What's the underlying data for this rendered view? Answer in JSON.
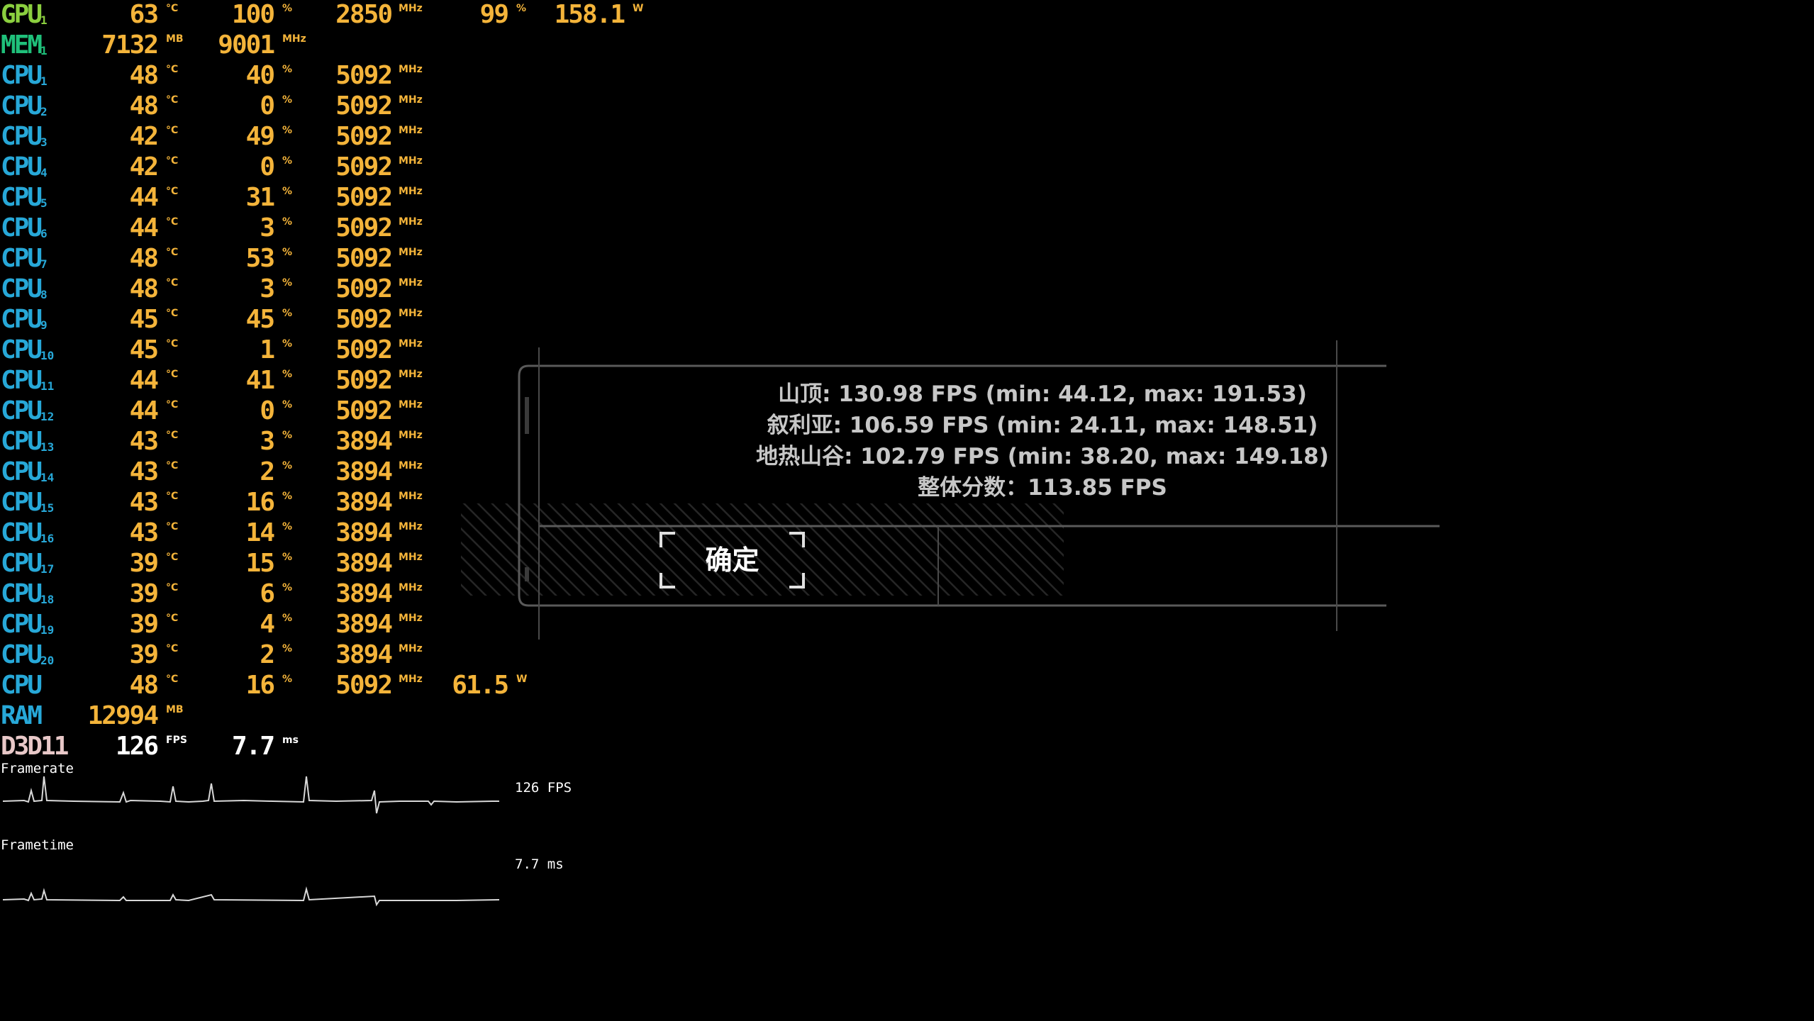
{
  "osd": {
    "rows": [
      {
        "label": "GPU",
        "sub": "1",
        "kind": "gpu",
        "values": [
          {
            "v": "63",
            "u": "°C"
          },
          {
            "v": "100",
            "u": "%"
          },
          {
            "v": "2850",
            "u": "MHz"
          },
          {
            "v": "99",
            "u": "%"
          },
          {
            "v": "158.1",
            "u": "W"
          }
        ]
      },
      {
        "label": "MEM",
        "sub": "1",
        "kind": "mem",
        "values": [
          {
            "v": "7132",
            "u": "MB"
          },
          {
            "v": "9001",
            "u": "MHz"
          }
        ]
      },
      {
        "label": "CPU",
        "sub": "1",
        "kind": "cpu",
        "values": [
          {
            "v": "48",
            "u": "°C"
          },
          {
            "v": "40",
            "u": "%"
          },
          {
            "v": "5092",
            "u": "MHz"
          }
        ]
      },
      {
        "label": "CPU",
        "sub": "2",
        "kind": "cpu",
        "values": [
          {
            "v": "48",
            "u": "°C"
          },
          {
            "v": "0",
            "u": "%"
          },
          {
            "v": "5092",
            "u": "MHz"
          }
        ]
      },
      {
        "label": "CPU",
        "sub": "3",
        "kind": "cpu",
        "values": [
          {
            "v": "42",
            "u": "°C"
          },
          {
            "v": "49",
            "u": "%"
          },
          {
            "v": "5092",
            "u": "MHz"
          }
        ]
      },
      {
        "label": "CPU",
        "sub": "4",
        "kind": "cpu",
        "values": [
          {
            "v": "42",
            "u": "°C"
          },
          {
            "v": "0",
            "u": "%"
          },
          {
            "v": "5092",
            "u": "MHz"
          }
        ]
      },
      {
        "label": "CPU",
        "sub": "5",
        "kind": "cpu",
        "values": [
          {
            "v": "44",
            "u": "°C"
          },
          {
            "v": "31",
            "u": "%"
          },
          {
            "v": "5092",
            "u": "MHz"
          }
        ]
      },
      {
        "label": "CPU",
        "sub": "6",
        "kind": "cpu",
        "values": [
          {
            "v": "44",
            "u": "°C"
          },
          {
            "v": "3",
            "u": "%"
          },
          {
            "v": "5092",
            "u": "MHz"
          }
        ]
      },
      {
        "label": "CPU",
        "sub": "7",
        "kind": "cpu",
        "values": [
          {
            "v": "48",
            "u": "°C"
          },
          {
            "v": "53",
            "u": "%"
          },
          {
            "v": "5092",
            "u": "MHz"
          }
        ]
      },
      {
        "label": "CPU",
        "sub": "8",
        "kind": "cpu",
        "values": [
          {
            "v": "48",
            "u": "°C"
          },
          {
            "v": "3",
            "u": "%"
          },
          {
            "v": "5092",
            "u": "MHz"
          }
        ]
      },
      {
        "label": "CPU",
        "sub": "9",
        "kind": "cpu",
        "values": [
          {
            "v": "45",
            "u": "°C"
          },
          {
            "v": "45",
            "u": "%"
          },
          {
            "v": "5092",
            "u": "MHz"
          }
        ]
      },
      {
        "label": "CPU",
        "sub": "10",
        "kind": "cpu",
        "values": [
          {
            "v": "45",
            "u": "°C"
          },
          {
            "v": "1",
            "u": "%"
          },
          {
            "v": "5092",
            "u": "MHz"
          }
        ]
      },
      {
        "label": "CPU",
        "sub": "11",
        "kind": "cpu",
        "values": [
          {
            "v": "44",
            "u": "°C"
          },
          {
            "v": "41",
            "u": "%"
          },
          {
            "v": "5092",
            "u": "MHz"
          }
        ]
      },
      {
        "label": "CPU",
        "sub": "12",
        "kind": "cpu",
        "values": [
          {
            "v": "44",
            "u": "°C"
          },
          {
            "v": "0",
            "u": "%"
          },
          {
            "v": "5092",
            "u": "MHz"
          }
        ]
      },
      {
        "label": "CPU",
        "sub": "13",
        "kind": "cpu",
        "values": [
          {
            "v": "43",
            "u": "°C"
          },
          {
            "v": "3",
            "u": "%"
          },
          {
            "v": "3894",
            "u": "MHz"
          }
        ]
      },
      {
        "label": "CPU",
        "sub": "14",
        "kind": "cpu",
        "values": [
          {
            "v": "43",
            "u": "°C"
          },
          {
            "v": "2",
            "u": "%"
          },
          {
            "v": "3894",
            "u": "MHz"
          }
        ]
      },
      {
        "label": "CPU",
        "sub": "15",
        "kind": "cpu",
        "values": [
          {
            "v": "43",
            "u": "°C"
          },
          {
            "v": "16",
            "u": "%"
          },
          {
            "v": "3894",
            "u": "MHz"
          }
        ]
      },
      {
        "label": "CPU",
        "sub": "16",
        "kind": "cpu",
        "values": [
          {
            "v": "43",
            "u": "°C"
          },
          {
            "v": "14",
            "u": "%"
          },
          {
            "v": "3894",
            "u": "MHz"
          }
        ]
      },
      {
        "label": "CPU",
        "sub": "17",
        "kind": "cpu",
        "values": [
          {
            "v": "39",
            "u": "°C"
          },
          {
            "v": "15",
            "u": "%"
          },
          {
            "v": "3894",
            "u": "MHz"
          }
        ]
      },
      {
        "label": "CPU",
        "sub": "18",
        "kind": "cpu",
        "values": [
          {
            "v": "39",
            "u": "°C"
          },
          {
            "v": "6",
            "u": "%"
          },
          {
            "v": "3894",
            "u": "MHz"
          }
        ]
      },
      {
        "label": "CPU",
        "sub": "19",
        "kind": "cpu",
        "values": [
          {
            "v": "39",
            "u": "°C"
          },
          {
            "v": "4",
            "u": "%"
          },
          {
            "v": "3894",
            "u": "MHz"
          }
        ]
      },
      {
        "label": "CPU",
        "sub": "20",
        "kind": "cpu",
        "values": [
          {
            "v": "39",
            "u": "°C"
          },
          {
            "v": "2",
            "u": "%"
          },
          {
            "v": "3894",
            "u": "MHz"
          }
        ]
      },
      {
        "label": "CPU",
        "sub": "",
        "kind": "cpu-total",
        "values": [
          {
            "v": "48",
            "u": "°C"
          },
          {
            "v": "16",
            "u": "%"
          },
          {
            "v": "5092",
            "u": "MHz"
          },
          {
            "v": "61.5",
            "u": "W"
          }
        ]
      },
      {
        "label": "RAM",
        "sub": "",
        "kind": "ram",
        "values": [
          {
            "v": "12994",
            "u": "MB"
          }
        ]
      },
      {
        "label": "D3D11",
        "sub": "",
        "kind": "d3d",
        "values": [
          {
            "v": "126",
            "u": "FPS"
          },
          {
            "v": "7.7",
            "u": "ms"
          }
        ]
      }
    ],
    "graphs": {
      "framerate": {
        "title": "Framerate",
        "value_label": "126 FPS"
      },
      "frametime": {
        "title": "Frametime",
        "value_label": "7.7 ms"
      }
    }
  },
  "dialog": {
    "results": [
      "山顶: 130.98 FPS (min: 44.12, max: 191.53)",
      "叙利亚: 106.59 FPS (min: 24.11, max: 148.51)",
      "地热山谷: 102.79 FPS (min: 38.20, max: 149.18)",
      "整体分数：113.85 FPS"
    ],
    "ok_label": "确定"
  },
  "colors": {
    "gpu": "#8bcf3f",
    "mem": "#1fc07a",
    "cpu": "#27a8d8",
    "value": "#f4b43a",
    "d3d": "#e8c8c8",
    "dialog_text": "#c7c7c7"
  }
}
